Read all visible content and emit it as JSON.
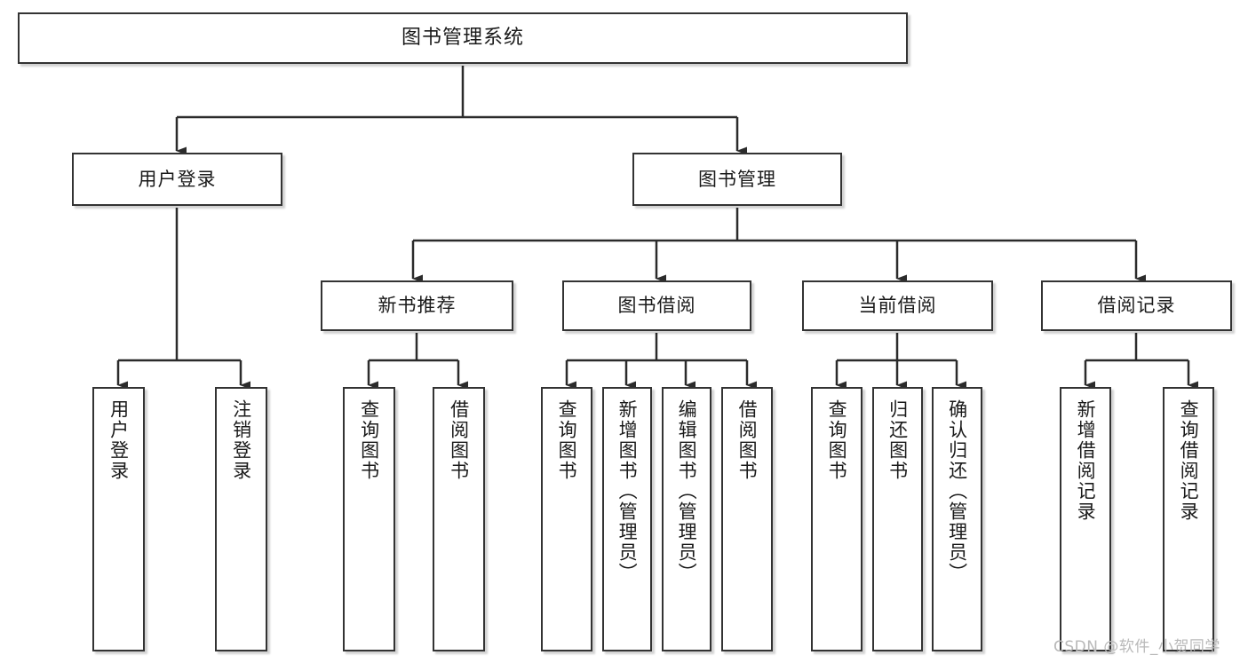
{
  "diagram": {
    "title": "图书管理系统",
    "type": "tree-hierarchy",
    "watermark": "CSDN @软件_小贺同学",
    "colors": {
      "node_border": "#333333",
      "node_fill": "#ffffff",
      "link": "#2b2b2b",
      "text": "#1a1a1a",
      "watermark": "#b9b9b9",
      "background": "#ffffff"
    },
    "root": {
      "label": "图书管理系统"
    },
    "level2": [
      {
        "label": "用户登录"
      },
      {
        "label": "图书管理"
      }
    ],
    "level3": [
      {
        "label": "新书推荐"
      },
      {
        "label": "图书借阅"
      },
      {
        "label": "当前借阅"
      },
      {
        "label": "借阅记录"
      }
    ],
    "leaves": {
      "user_login": [
        {
          "label": "用户登录"
        },
        {
          "label": "注销登录"
        }
      ],
      "new_book": [
        {
          "label": "查询图书"
        },
        {
          "label": "借阅图书"
        }
      ],
      "book_borrow": [
        {
          "label": "查询图书"
        },
        {
          "label": "新增图书（管理员）"
        },
        {
          "label": "编辑图书（管理员）"
        },
        {
          "label": "借阅图书"
        }
      ],
      "current_borrow": [
        {
          "label": "查询图书"
        },
        {
          "label": "归还图书"
        },
        {
          "label": "确认归还（管理员）"
        }
      ],
      "borrow_record": [
        {
          "label": "新增借阅记录"
        },
        {
          "label": "查询借阅记录"
        }
      ]
    }
  }
}
